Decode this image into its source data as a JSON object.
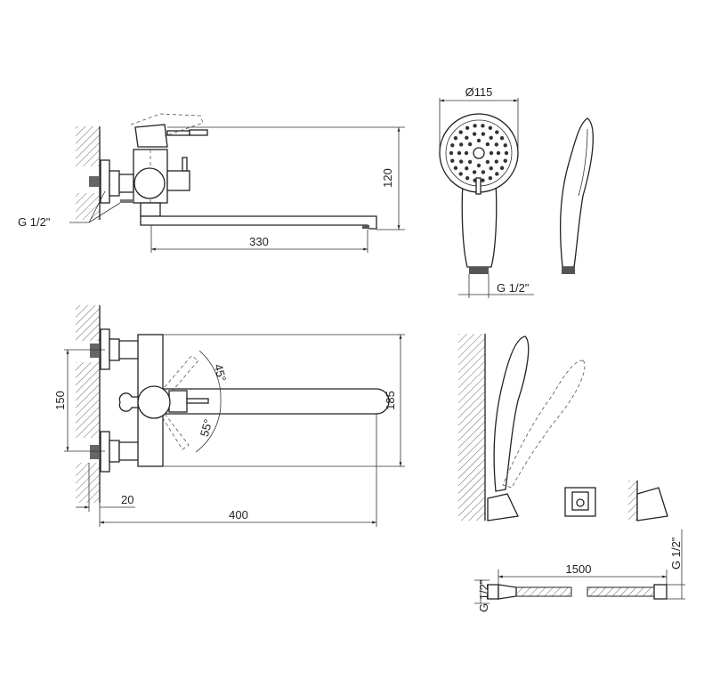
{
  "labels": {
    "thread_left": "G 1/2\"",
    "height_side": "120",
    "spout_reach": "330",
    "head_diameter": "Ø115",
    "thread_shower": "G 1/2\"",
    "center_distance": "150",
    "height_front": "185",
    "offset": "20",
    "total_reach": "400",
    "angle_up": "45°",
    "angle_down": "55°",
    "hose_length": "1500",
    "hose_thread_left": "G 1/2\"",
    "hose_thread_right": "G 1/2\""
  }
}
